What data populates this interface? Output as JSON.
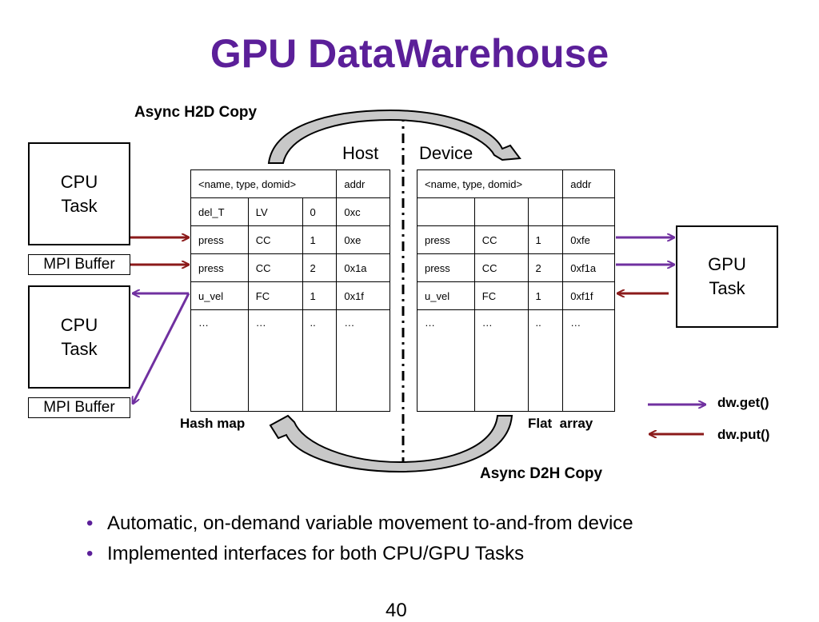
{
  "title": "GPU DataWarehouse",
  "labels": {
    "async_h2d": "Async H2D Copy",
    "async_d2h": "Async D2H Copy",
    "host": "Host",
    "device": "Device",
    "hash_map": "Hash map",
    "flat_array": "Flat  array"
  },
  "boxes": {
    "cpu_task_1": [
      "CPU",
      "Task"
    ],
    "cpu_task_2": [
      "CPU",
      "Task"
    ],
    "gpu_task": [
      "GPU",
      "Task"
    ],
    "mpi_buffer_1": "MPI Buffer",
    "mpi_buffer_2": "MPI Buffer"
  },
  "host_table": {
    "header": [
      "<name, type, domid>",
      "addr"
    ],
    "rows": [
      [
        "del_T",
        "LV",
        "0",
        "0xc"
      ],
      [
        "press",
        "CC",
        "1",
        "0xe"
      ],
      [
        "press",
        "CC",
        "2",
        "0x1a"
      ],
      [
        "u_vel",
        "FC",
        "1",
        "0x1f"
      ],
      [
        "…",
        "…",
        "..",
        "…"
      ]
    ]
  },
  "device_table": {
    "header": [
      "<name, type, domid>",
      "addr"
    ],
    "rows": [
      [
        "",
        "",
        "",
        ""
      ],
      [
        "press",
        "CC",
        "1",
        "0xfe"
      ],
      [
        "press",
        "CC",
        "2",
        "0xf1a"
      ],
      [
        "u_vel",
        "FC",
        "1",
        "0xf1f"
      ],
      [
        "…",
        "…",
        "..",
        "…"
      ]
    ]
  },
  "legend": {
    "get_label": "dw.get()",
    "put_label": "dw.put()",
    "get_color": "#7030a0",
    "put_color": "#8b1a1a"
  },
  "bullets": [
    "Automatic, on-demand variable movement  to-and-from device",
    "Implemented interfaces for both CPU/GPU Tasks"
  ],
  "page_number": "40"
}
